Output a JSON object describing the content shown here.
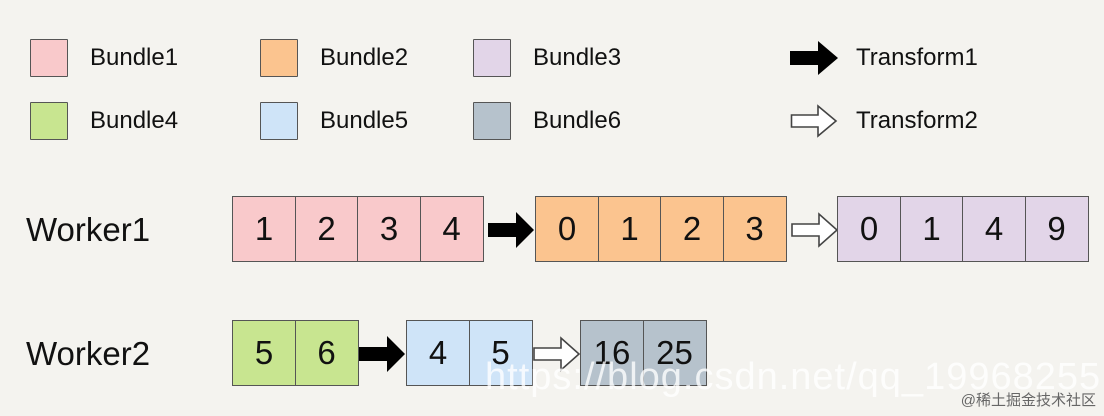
{
  "colors": {
    "bundle1": "#f9c9cb",
    "bundle2": "#fbc48f",
    "bundle3": "#e2d5e8",
    "bundle4": "#c8e590",
    "bundle5": "#cfe4f8",
    "bundle6": "#b6c2cc"
  },
  "legend": {
    "bundle1": "Bundle1",
    "bundle2": "Bundle2",
    "bundle3": "Bundle3",
    "bundle4": "Bundle4",
    "bundle5": "Bundle5",
    "bundle6": "Bundle6",
    "transform1": "Transform1",
    "transform2": "Transform2"
  },
  "workers": [
    {
      "label": "Worker1",
      "stages": [
        {
          "bundle": "bundle1",
          "values": [
            "1",
            "2",
            "3",
            "4"
          ]
        },
        {
          "bundle": "bundle2",
          "values": [
            "0",
            "1",
            "2",
            "3"
          ]
        },
        {
          "bundle": "bundle3",
          "values": [
            "0",
            "1",
            "4",
            "9"
          ]
        }
      ]
    },
    {
      "label": "Worker2",
      "stages": [
        {
          "bundle": "bundle4",
          "values": [
            "5",
            "6"
          ]
        },
        {
          "bundle": "bundle5",
          "values": [
            "4",
            "5"
          ]
        },
        {
          "bundle": "bundle6",
          "values": [
            "16",
            "25"
          ]
        }
      ]
    }
  ],
  "watermark": "https://blog.csdn.net/qq_19968255",
  "credit": "@稀土掘金技术社区"
}
